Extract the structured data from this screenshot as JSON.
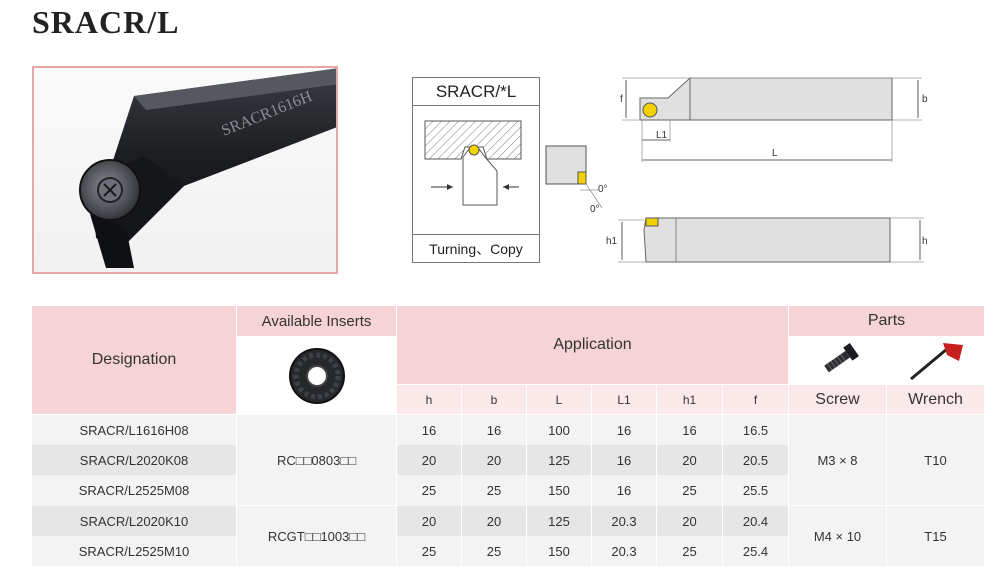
{
  "title": "SRACR/L",
  "product_photo": {
    "engraving": "SRACR1616H"
  },
  "schematic": {
    "header": "SRACR/*L",
    "footer": "Turning、Copy"
  },
  "dimension_labels": {
    "f": "f",
    "b": "b",
    "L1": "L1",
    "L": "L",
    "angle": "0°",
    "angle2": "0°",
    "h1": "h1",
    "h": "h"
  },
  "table": {
    "designation_header": "Designation",
    "inserts_header": "Available Inserts",
    "application_header": "Application",
    "parts_header": "Parts",
    "columns": [
      "h",
      "b",
      "L",
      "L1",
      "h1",
      "f"
    ],
    "screw_header": "Screw",
    "wrench_header": "Wrench",
    "rows": [
      {
        "designation": "SRACR/L1616H08",
        "h": "16",
        "b": "16",
        "L": "100",
        "L1": "16",
        "h1": "16",
        "f": "16.5"
      },
      {
        "designation": "SRACR/L2020K08",
        "h": "20",
        "b": "20",
        "L": "125",
        "L1": "16",
        "h1": "20",
        "f": "20.5"
      },
      {
        "designation": "SRACR/L2525M08",
        "h": "25",
        "b": "25",
        "L": "150",
        "L1": "16",
        "h1": "25",
        "f": "25.5"
      },
      {
        "designation": "SRACR/L2020K10",
        "h": "20",
        "b": "20",
        "L": "125",
        "L1": "20.3",
        "h1": "20",
        "f": "20.4"
      },
      {
        "designation": "SRACR/L2525M10",
        "h": "25",
        "b": "25",
        "L": "150",
        "L1": "20.3",
        "h1": "25",
        "f": "25.4"
      }
    ],
    "insert_groups": [
      "RC□□0803□□",
      "RCGT□□1003□□"
    ],
    "screw_groups": [
      "M3 × 8",
      "M4 × 10"
    ],
    "wrench_groups": [
      "T10",
      "T15"
    ]
  }
}
